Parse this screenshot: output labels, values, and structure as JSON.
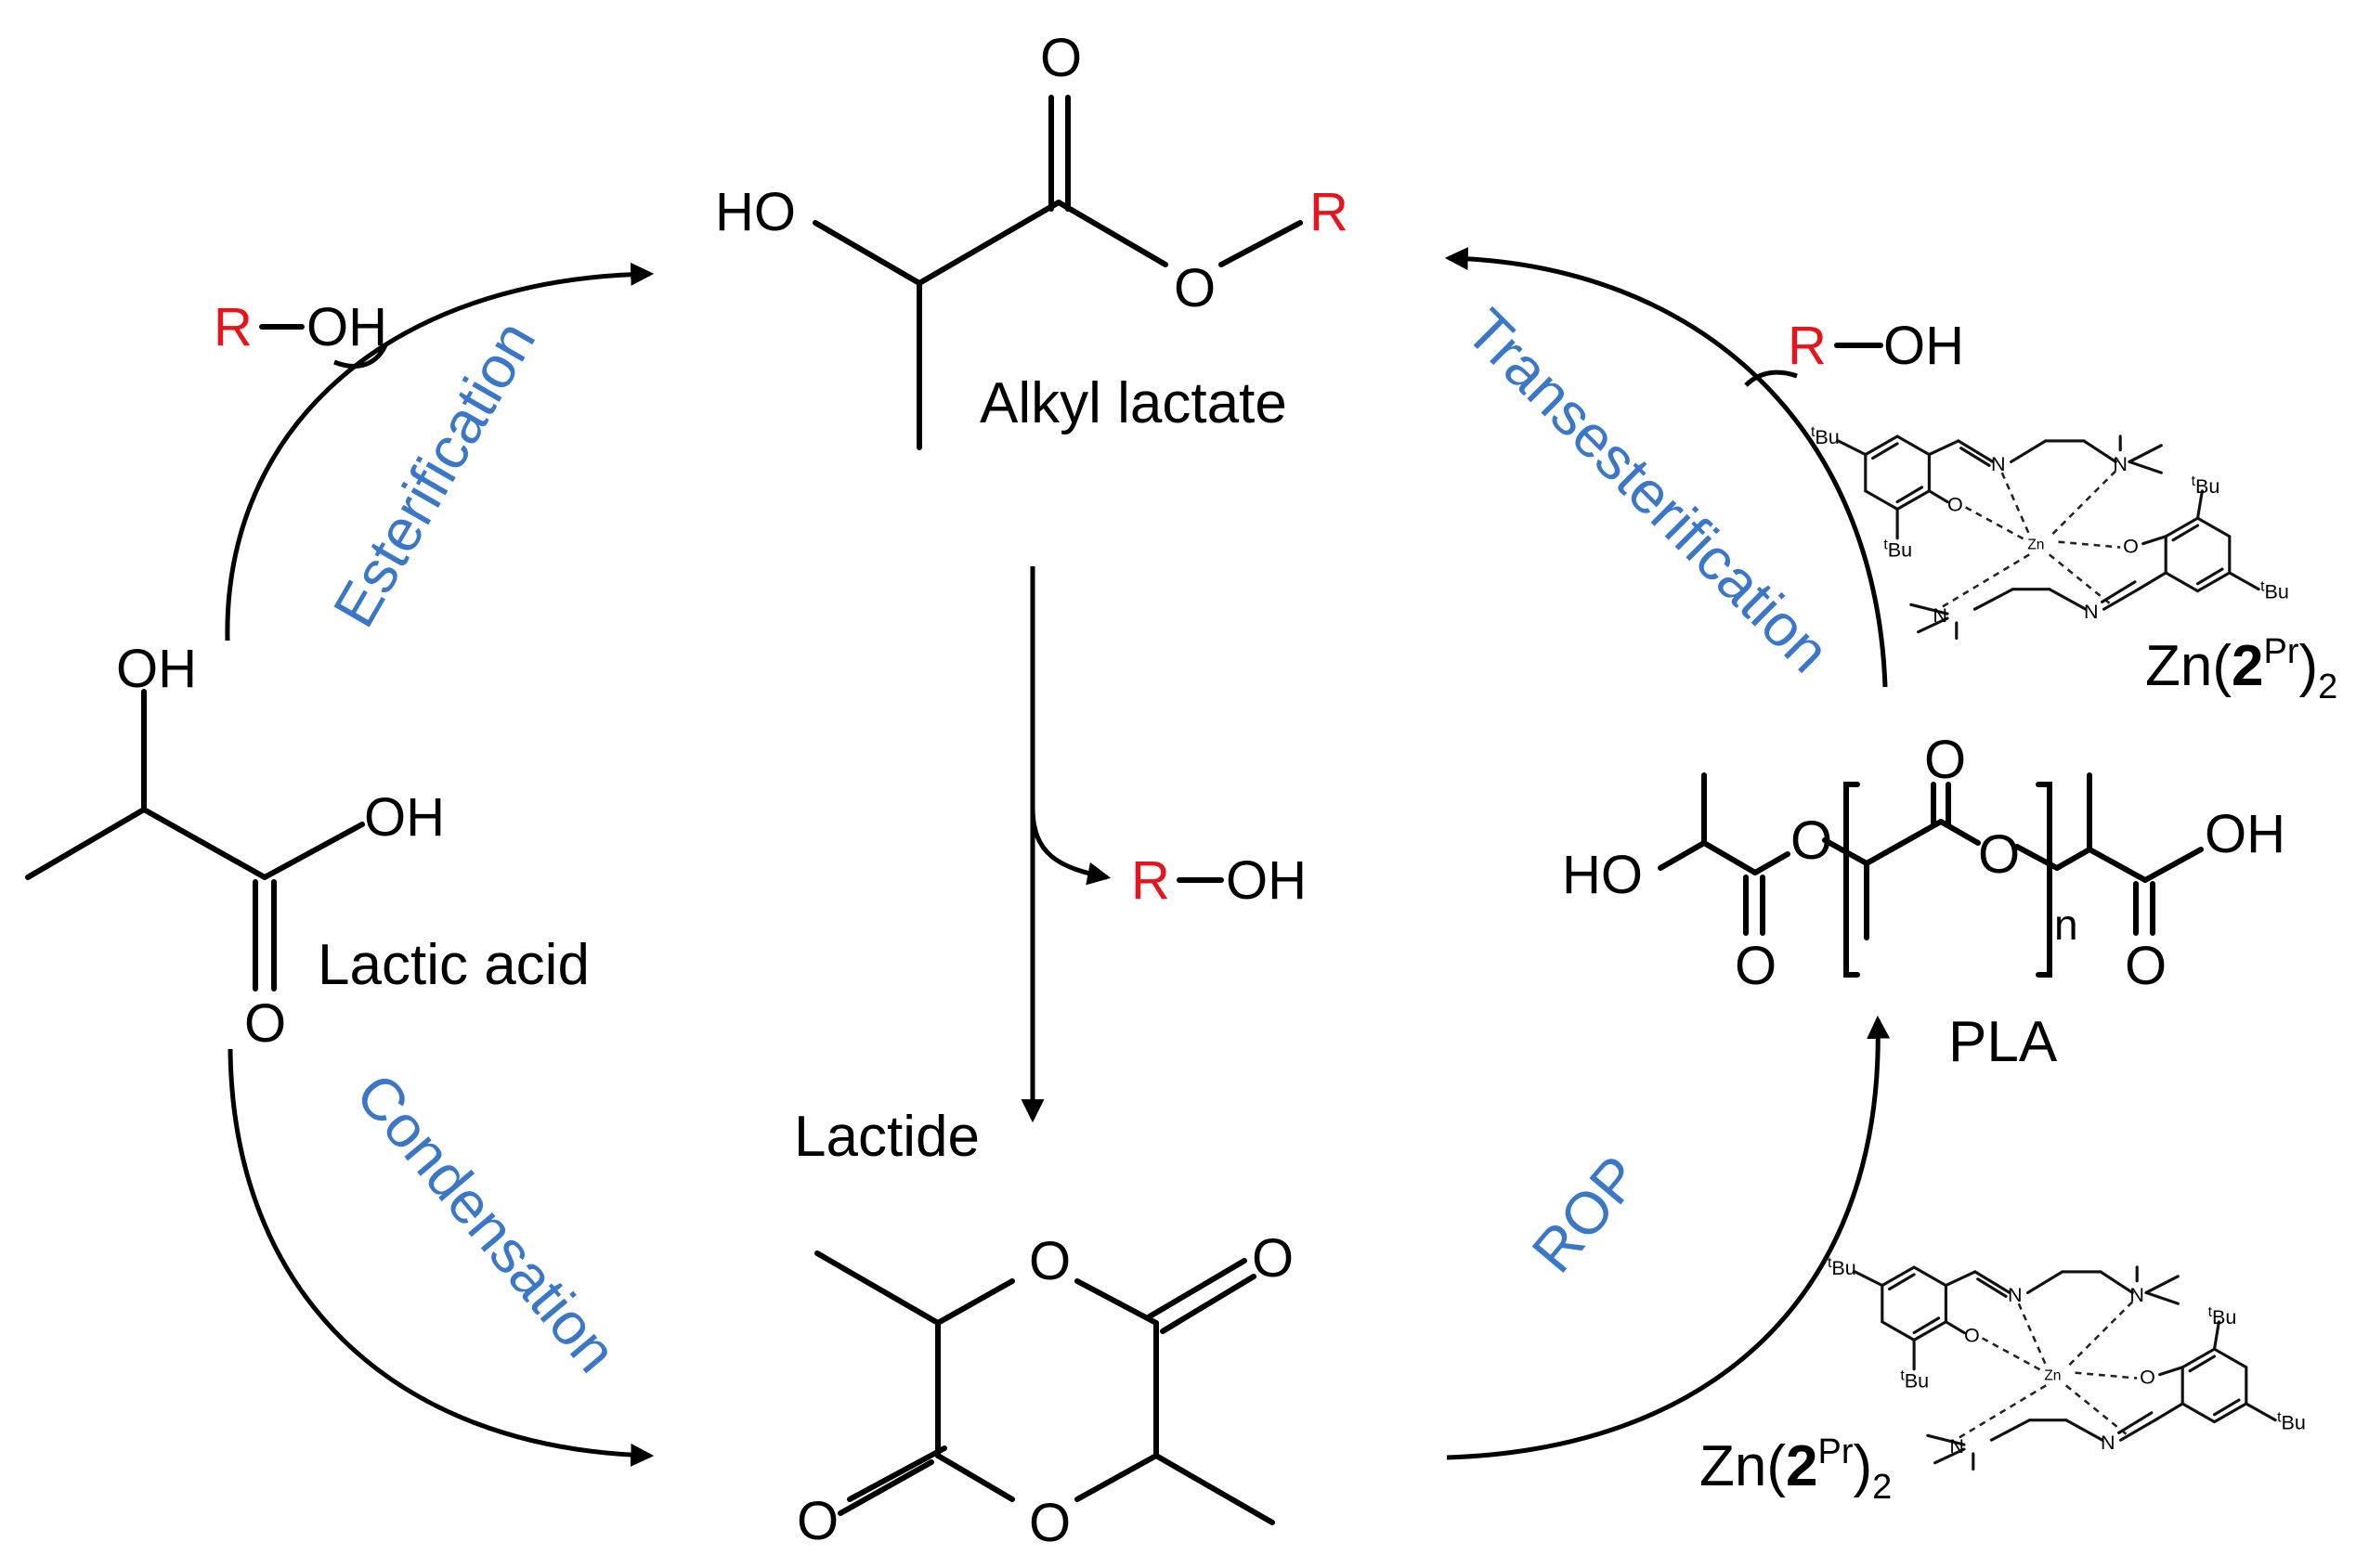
{
  "molecules": {
    "alkyl_lactate": {
      "label": "Alkyl lactate",
      "ho": "HO",
      "o_carbonyl": "O",
      "o_ester": "O",
      "r": "R"
    },
    "lactic_acid": {
      "label": "Lactic acid",
      "oh_top": "OH",
      "oh_acid": "OH",
      "o_carbonyl": "O"
    },
    "lactide": {
      "label": "Lactide",
      "o_ring_top": "O",
      "o_ring_bottom": "O",
      "o_carbonyl_right": "O",
      "o_carbonyl_left": "O"
    },
    "pla": {
      "label": "PLA",
      "ho": "HO",
      "o1": "O",
      "o2": "O",
      "o3": "O",
      "o4": "O",
      "oh": "OH",
      "o5": "O",
      "n": "n"
    }
  },
  "reagents": {
    "r": "R",
    "oh": "OH",
    "dash": "—"
  },
  "processes": {
    "esterification": "Esterification",
    "transesterification": "Transesterification",
    "condensation": "Condensation",
    "rop": "ROP"
  },
  "catalyst": {
    "name_prefix": "Zn(",
    "name_bold": "2",
    "name_sup": "Pr",
    "name_close": ")",
    "name_sub": "2",
    "atoms": {
      "zn": "Zn",
      "o": "O",
      "n": "N",
      "tbu_sup": "t",
      "tbu": "Bu"
    }
  },
  "colors": {
    "r_group": "#e8141c",
    "process_label": "#3a77c9",
    "structure": "#000000"
  }
}
